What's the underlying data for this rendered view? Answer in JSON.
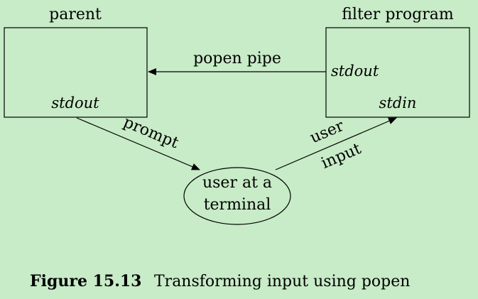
{
  "boxes": {
    "parent": {
      "title": "parent",
      "port": "stdout"
    },
    "filter": {
      "title": "filter program",
      "port_out": "stdout",
      "port_in": "stdin"
    }
  },
  "terminal": {
    "line1": "user at a",
    "line2": "terminal"
  },
  "edges": {
    "popen_pipe": "popen pipe",
    "prompt": "prompt",
    "user_input_1": "user",
    "user_input_2": "input"
  },
  "caption": {
    "number": "Figure 15.13",
    "text": "Transforming input using popen"
  }
}
